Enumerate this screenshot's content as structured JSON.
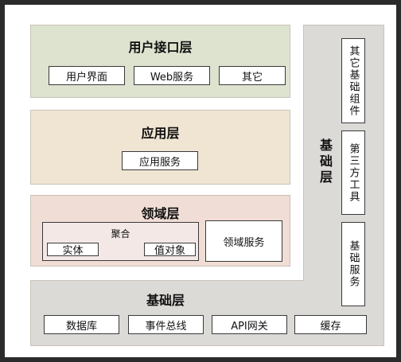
{
  "colors": {
    "ui_layer": "#dde3cf",
    "app_layer": "#f0e4d3",
    "domain_layer": "#f0ddd5",
    "aggregate": "#f4e8e6",
    "infra": "#dcdad7"
  },
  "ui_layer": {
    "title": "用户接口层",
    "items": [
      "用户界面",
      "Web服务",
      "其它"
    ]
  },
  "app_layer": {
    "title": "应用层",
    "items": [
      "应用服务"
    ]
  },
  "domain_layer": {
    "title": "领域层",
    "aggregate": {
      "label": "聚合",
      "entity": "实体",
      "value_object": "值对象"
    },
    "domain_service": "领域服务"
  },
  "infra_layer": {
    "title": "基础层",
    "side_title": "基础层",
    "items": [
      "数据库",
      "事件总线",
      "API网关",
      "缓存"
    ],
    "side_items": [
      "其它基础组件",
      "第三方工具",
      "基础服务"
    ]
  }
}
